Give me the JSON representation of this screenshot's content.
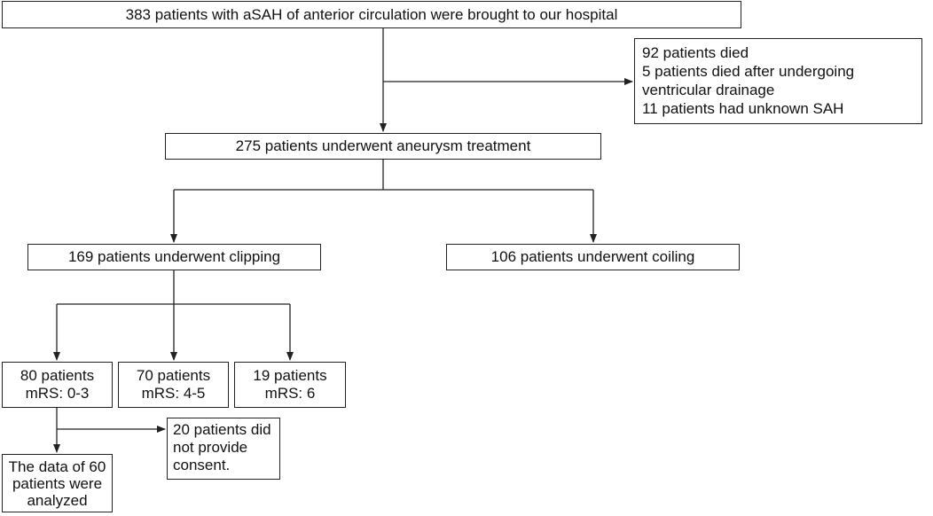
{
  "nodes": {
    "admitted": "383 patients with aSAH of anterior circulation were brought to our hospital",
    "excluded": [
      "92 patients died",
      "5 patients died after undergoing",
      "ventricular drainage",
      "11 patients had unknown SAH"
    ],
    "treated": "275 patients underwent aneurysm treatment",
    "clipping": "169 patients underwent clipping",
    "coiling": "106 patients underwent coiling",
    "mrs_03": [
      "80 patients",
      "mRS: 0-3"
    ],
    "mrs_45": [
      "70 patients",
      "mRS: 4-5"
    ],
    "mrs_6": [
      "19 patients",
      "mRS: 6"
    ],
    "no_consent": [
      "20 patients did",
      "not provide",
      "consent."
    ],
    "analyzed": [
      "The data of 60",
      "patients were",
      "analyzed"
    ]
  },
  "colors": {
    "stroke": "#222222",
    "text": "#111111",
    "background": "#ffffff"
  }
}
